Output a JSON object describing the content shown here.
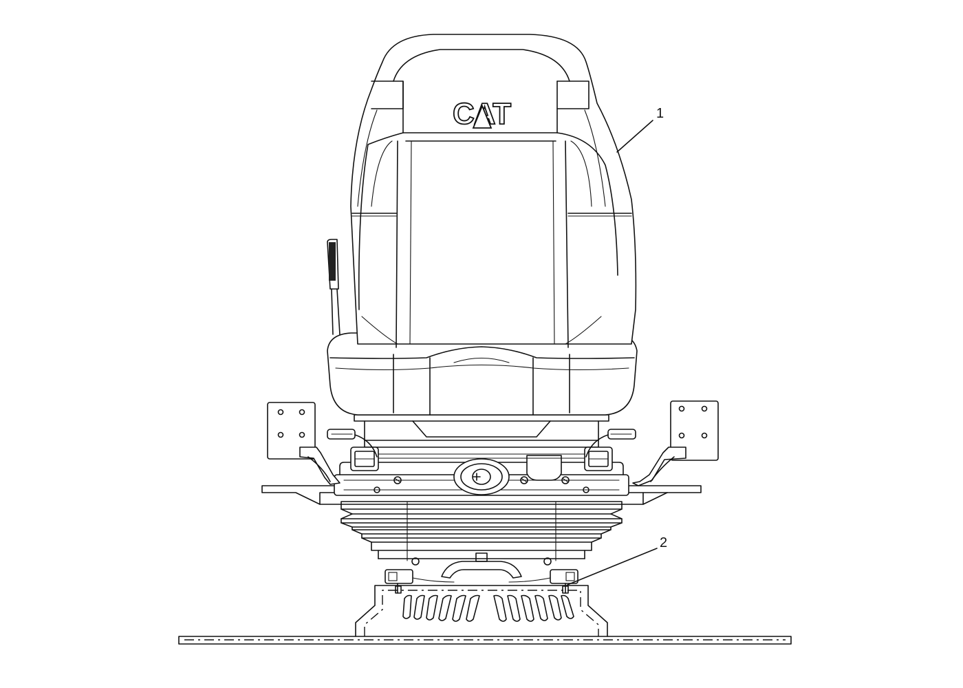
{
  "figure": {
    "logo_text": "CAT",
    "callouts": [
      {
        "label": "1"
      },
      {
        "label": "2"
      }
    ]
  }
}
